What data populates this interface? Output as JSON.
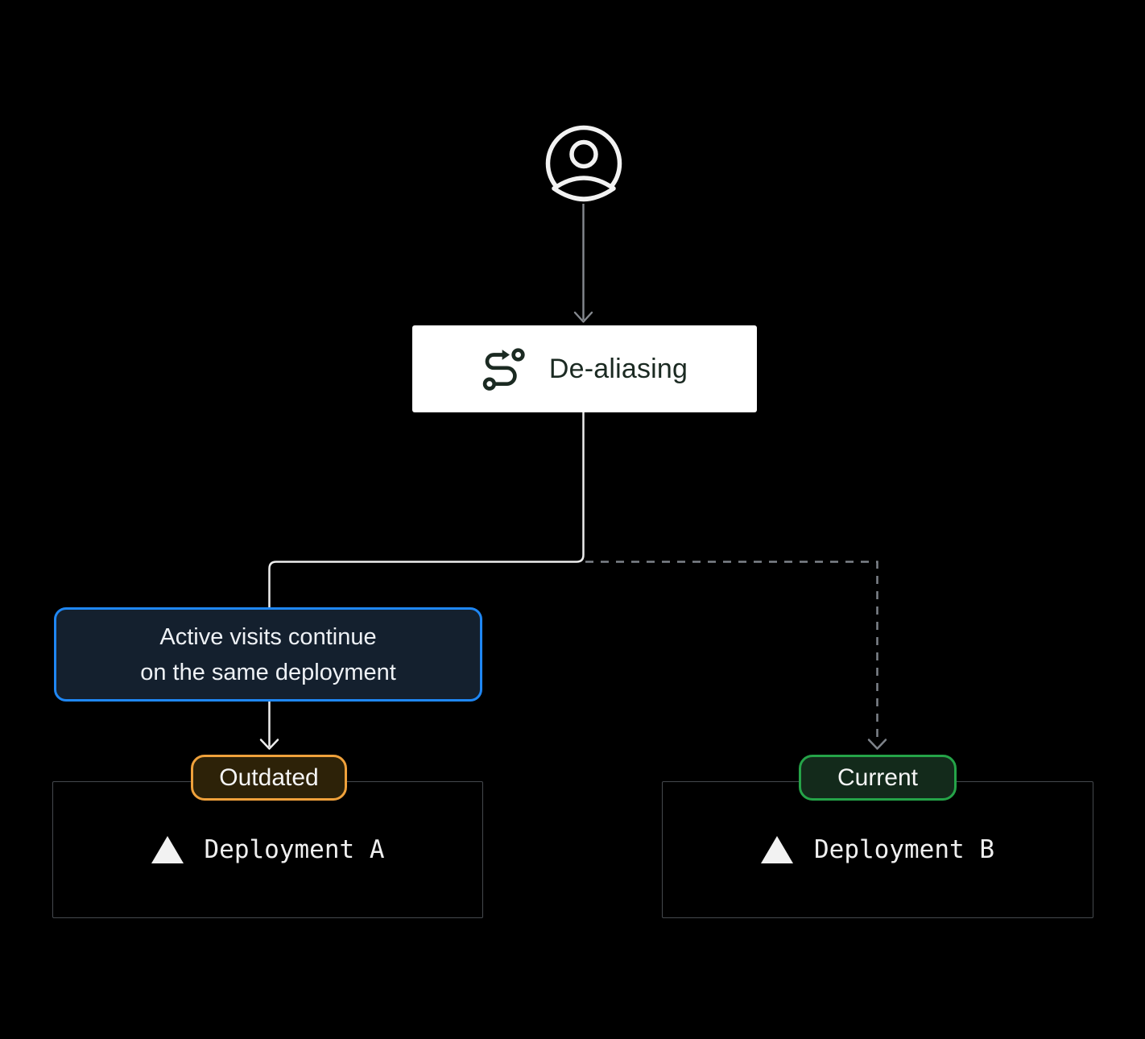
{
  "diagram": {
    "background_color": "#000000",
    "nodes": {
      "user": {
        "icon": "user-circle-icon"
      },
      "dealiasing": {
        "label": "De-aliasing",
        "icon": "route-icon",
        "bg_color": "#ffffff",
        "text_color": "#1b2a22"
      },
      "note": {
        "line1": "Active visits continue",
        "line2": "on the same deployment",
        "border_color": "#1f87f4",
        "bg_color": "#14202e",
        "text_color": "#eef1f5"
      },
      "badge_outdated": {
        "label": "Outdated",
        "border_color": "#efa13b",
        "bg_color": "#2d2208",
        "text_color": "#f5f5f5"
      },
      "badge_current": {
        "label": "Current",
        "border_color": "#25a348",
        "bg_color": "#132a1b",
        "text_color": "#f5f5f5"
      },
      "deployment_a": {
        "label": "Deployment A",
        "icon": "vercel-triangle-icon",
        "border_color": "#45494e",
        "text_color": "#f0f0f0"
      },
      "deployment_b": {
        "label": "Deployment B",
        "icon": "vercel-triangle-icon",
        "border_color": "#45494e",
        "text_color": "#f0f0f0"
      }
    },
    "connectors": {
      "user_to_dealiasing": {
        "style": "solid",
        "color": "#85898f",
        "arrow": true
      },
      "dealiasing_to_outdated": {
        "style": "solid",
        "color": "#ededed",
        "arrow": true
      },
      "dealiasing_to_current": {
        "style": "dashed",
        "color": "#7e838a",
        "arrow": true
      }
    }
  }
}
